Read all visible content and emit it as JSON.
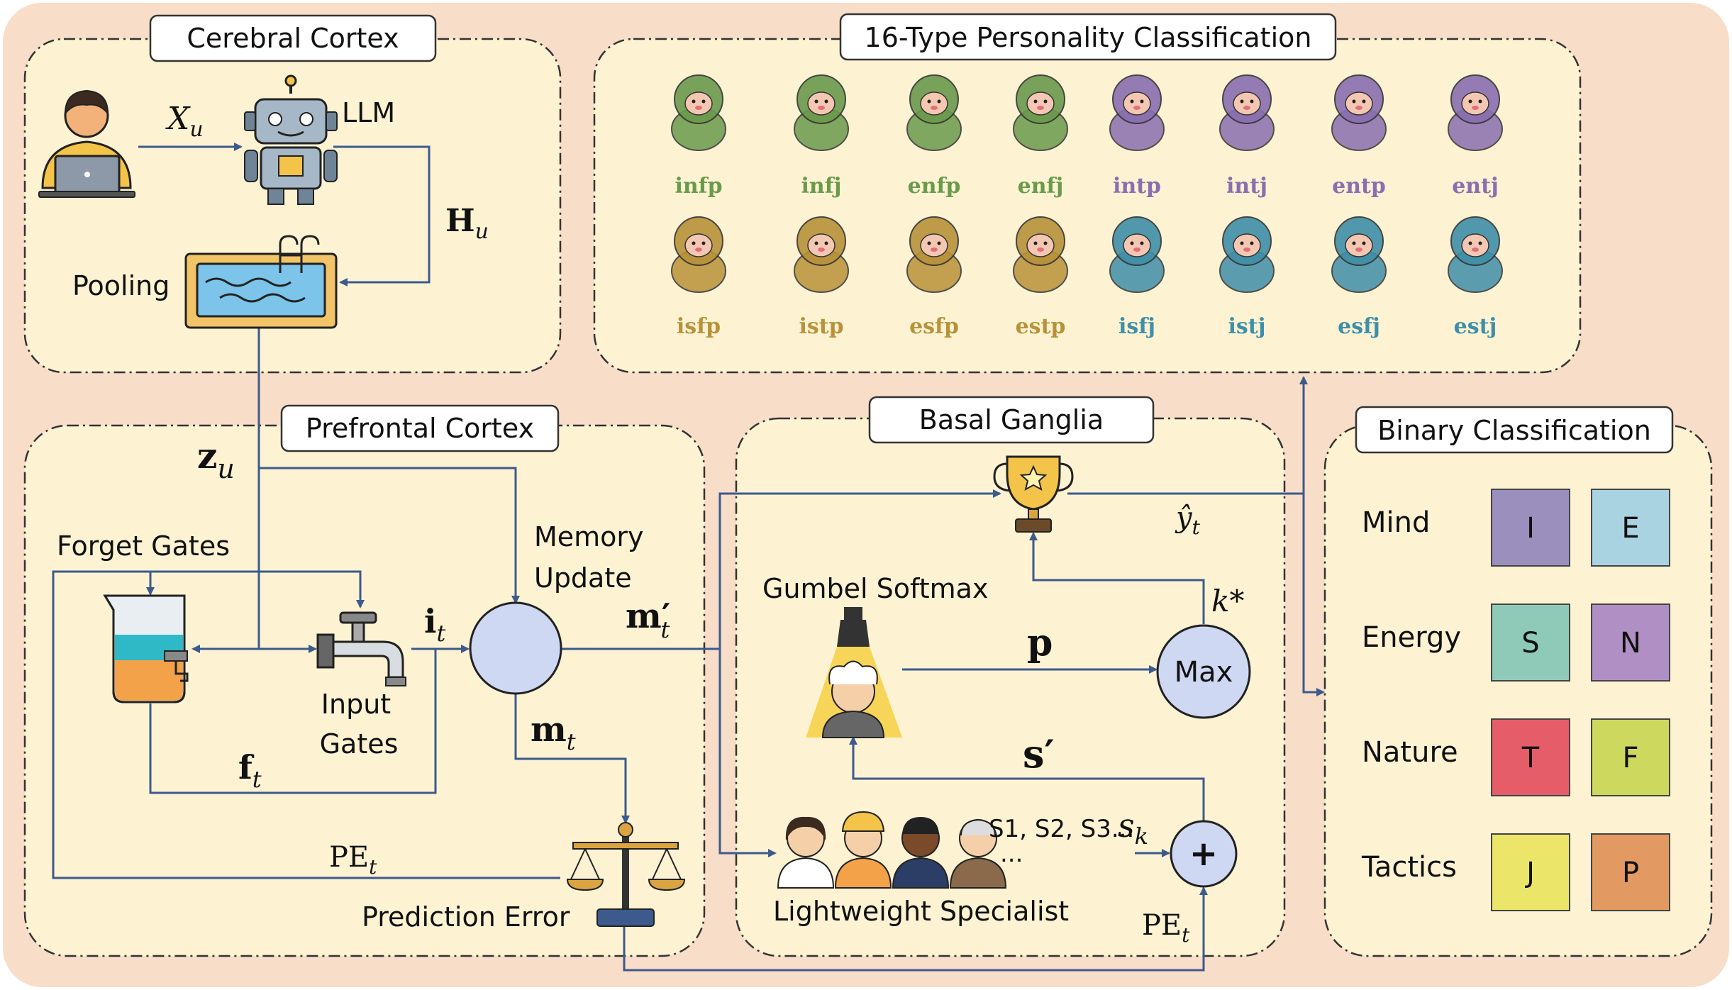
{
  "sections": {
    "cerebral_cortex": "Cerebral Cortex",
    "personality16": "16-Type Personality Classification",
    "prefrontal_cortex": "Prefrontal Cortex",
    "basal_ganglia": "Basal Ganglia",
    "binary_classification": "Binary Classification"
  },
  "labels": {
    "llm": "LLM",
    "pooling": "Pooling",
    "forget_gates": "Forget Gates",
    "input_gates_line1": "Input",
    "input_gates_line2": "Gates",
    "memory_update_line1": "Memory",
    "memory_update_line2": "Update",
    "prediction_error": "Prediction Error",
    "gumbel_softmax": "Gumbel Softmax",
    "max": "Max",
    "plus": "+",
    "lightweight_specialist": "Lightweight Specialist",
    "ellipsis": "...",
    "specialist_scores": "S1, S2, S3...",
    "s_k": "s",
    "s_k_sub": "k"
  },
  "math": {
    "x_u": "X",
    "x_u_sub": "u",
    "h_u": "H",
    "h_u_sub": "u",
    "z_u": "z",
    "z_u_sub": "u",
    "i_t": "i",
    "i_t_sub": "t",
    "f_t": "f",
    "f_t_sub": "t",
    "m_prime_t": "m′",
    "m_prime_t_sub": "t",
    "m_t": "m",
    "m_t_sub": "t",
    "pe_t_left": "PE",
    "pe_t_left_sub": "t",
    "pe_t_right": "PE",
    "pe_t_right_sub": "t",
    "p": "p",
    "s_prime": "s′",
    "k_star": "k*",
    "y_hat_t": "ŷ",
    "y_hat_t_sub": "t"
  },
  "personality_types": {
    "row1": [
      {
        "label": "infp",
        "color": "#6a9a4c"
      },
      {
        "label": "infj",
        "color": "#6a9a4c"
      },
      {
        "label": "enfp",
        "color": "#6a9a4c"
      },
      {
        "label": "enfj",
        "color": "#6a9a4c"
      },
      {
        "label": "intp",
        "color": "#8a6fb0"
      },
      {
        "label": "intj",
        "color": "#8a6fb0"
      },
      {
        "label": "entp",
        "color": "#8a6fb0"
      },
      {
        "label": "entj",
        "color": "#8a6fb0"
      }
    ],
    "row2": [
      {
        "label": "isfp",
        "color": "#b8923a"
      },
      {
        "label": "istp",
        "color": "#b8923a"
      },
      {
        "label": "esfp",
        "color": "#b8923a"
      },
      {
        "label": "estp",
        "color": "#b8923a"
      },
      {
        "label": "isfj",
        "color": "#3f8fa8"
      },
      {
        "label": "istj",
        "color": "#3f8fa8"
      },
      {
        "label": "esfj",
        "color": "#3f8fa8"
      },
      {
        "label": "estj",
        "color": "#3f8fa8"
      }
    ]
  },
  "binary": [
    {
      "dimension": "Mind",
      "left": "I",
      "left_color": "#9b8fbe",
      "right": "E",
      "right_color": "#a9d3e0"
    },
    {
      "dimension": "Energy",
      "left": "S",
      "left_color": "#8fcab8",
      "right": "N",
      "right_color": "#b090c4"
    },
    {
      "dimension": "Nature",
      "left": "T",
      "left_color": "#e45d68",
      "right": "F",
      "right_color": "#ccd95e"
    },
    {
      "dimension": "Tactics",
      "left": "J",
      "left_color": "#ebe56a",
      "right": "P",
      "right_color": "#e39a62"
    }
  ],
  "colors": {
    "outer_bg": "#f8ddc8",
    "panel_bg": "#fdf3d3",
    "arrow": "#3c5a8c",
    "node_fill": "#cfd8f3"
  }
}
